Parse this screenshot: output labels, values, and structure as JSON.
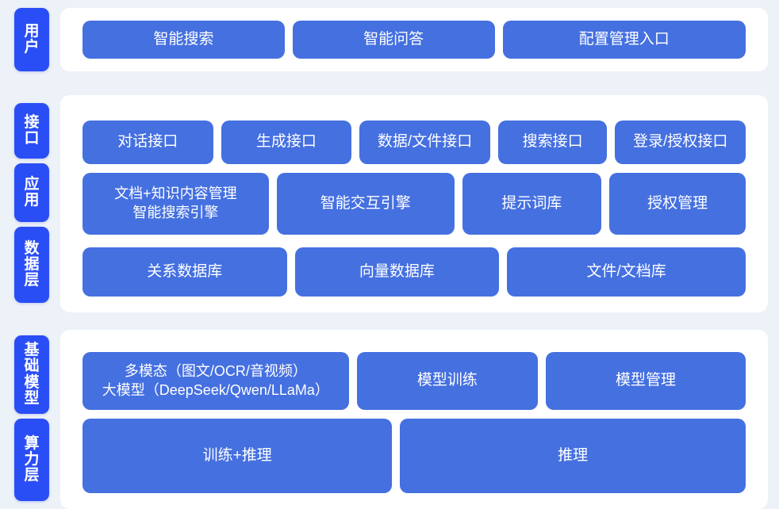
{
  "theme": {
    "page_background": "#edf1f8",
    "card_background": "#ffffff",
    "layer_pill_color": "#2a4ef5",
    "node_color": "#4570e0",
    "node_text_color": "#ffffff"
  },
  "bands": [
    {
      "id": "user",
      "layers": [
        {
          "label": "用户"
        }
      ],
      "rows": [
        {
          "id": "user",
          "nodes": [
            {
              "label": "智能搜索"
            },
            {
              "label": "智能问答"
            },
            {
              "label": "配置管理入口"
            }
          ]
        }
      ]
    },
    {
      "id": "platform",
      "layers": [
        {
          "label": "接口"
        },
        {
          "label": "应用"
        },
        {
          "label": "数据层"
        }
      ],
      "rows": [
        {
          "id": "interface",
          "nodes": [
            {
              "label": "对话接口"
            },
            {
              "label": "生成接口"
            },
            {
              "label": "数据/文件接口"
            },
            {
              "label": "搜索接口"
            },
            {
              "label": "登录/授权接口"
            }
          ]
        },
        {
          "id": "app",
          "nodes": [
            {
              "label": "文档+知识内容管理\n智能搜索引擎"
            },
            {
              "label": "智能交互引擎"
            },
            {
              "label": "提示词库"
            },
            {
              "label": "授权管理"
            }
          ]
        },
        {
          "id": "data",
          "nodes": [
            {
              "label": "关系数据库"
            },
            {
              "label": "向量数据库"
            },
            {
              "label": "文件/文档库"
            }
          ]
        }
      ]
    },
    {
      "id": "foundation",
      "layers": [
        {
          "label": "基础模型"
        },
        {
          "label": "算力层"
        }
      ],
      "rows": [
        {
          "id": "model",
          "nodes": [
            {
              "label": "多模态（图文/OCR/音视频）\n大模型（DeepSeek/Qwen/LLaMa）"
            },
            {
              "label": "模型训练"
            },
            {
              "label": "模型管理"
            }
          ]
        },
        {
          "id": "compute",
          "nodes": [
            {
              "label": "训练+推理"
            },
            {
              "label": "推理"
            }
          ]
        }
      ]
    }
  ]
}
